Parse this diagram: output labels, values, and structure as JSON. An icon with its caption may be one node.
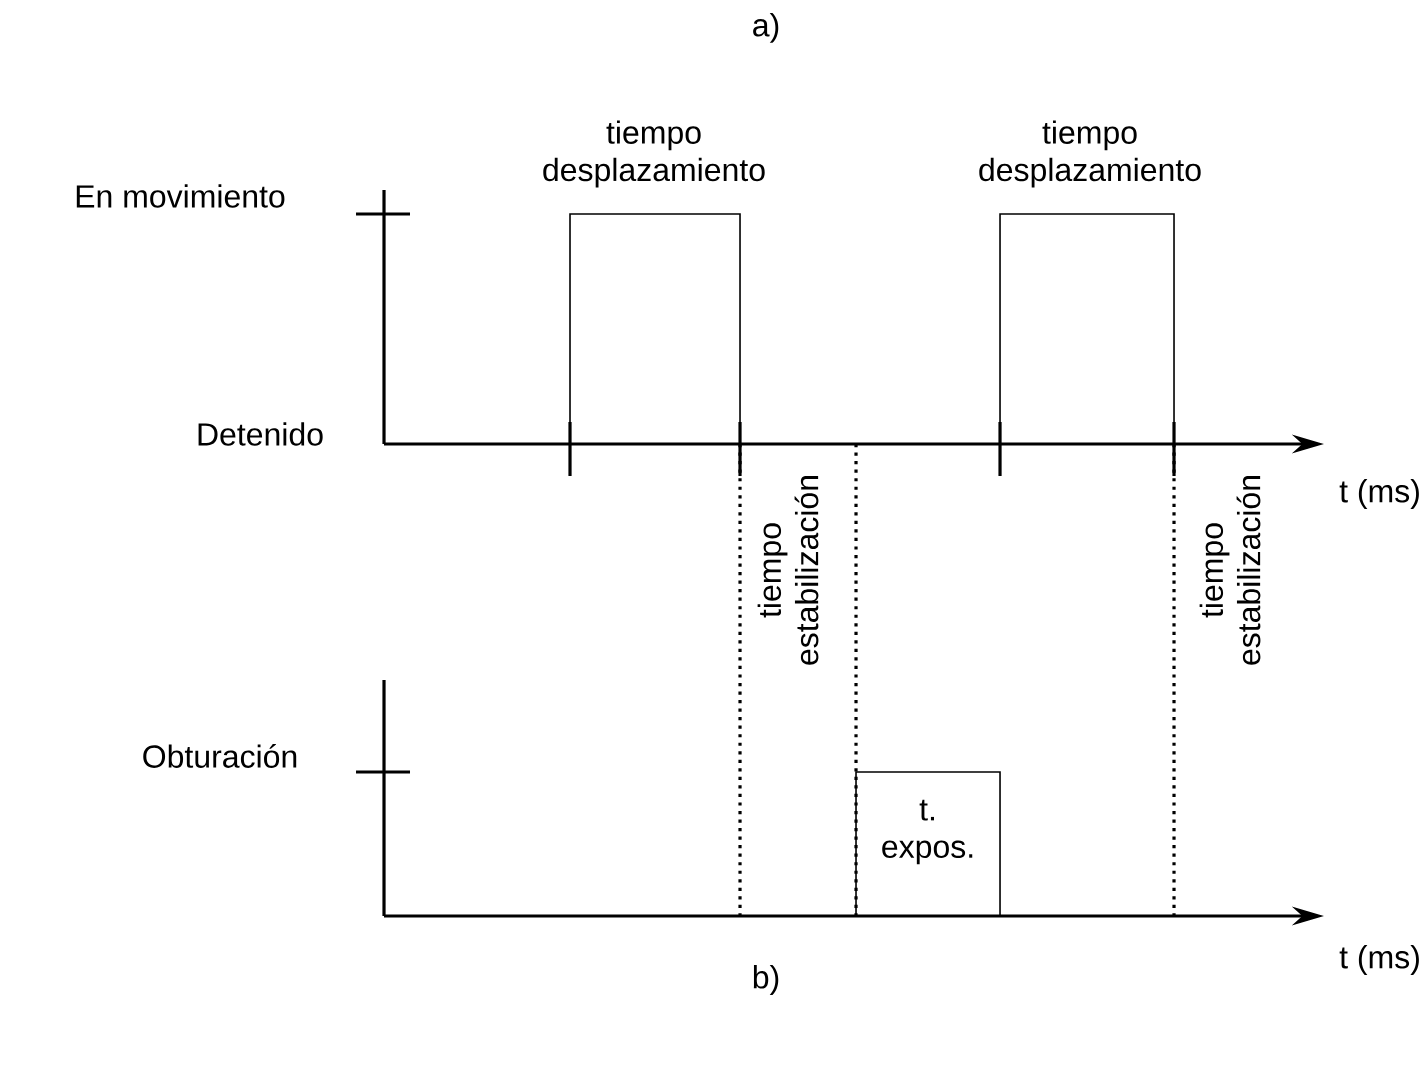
{
  "diagram": {
    "labels": [
      "a)",
      "tiempo desplazamiento",
      "tiempo desplazamiento",
      "En movimiento",
      "Detenido",
      "t (ms)",
      "tiempo estabilización",
      "tiempo estabilización",
      "Obturación",
      "t. expos.",
      "t (ms)",
      "b)"
    ]
  }
}
